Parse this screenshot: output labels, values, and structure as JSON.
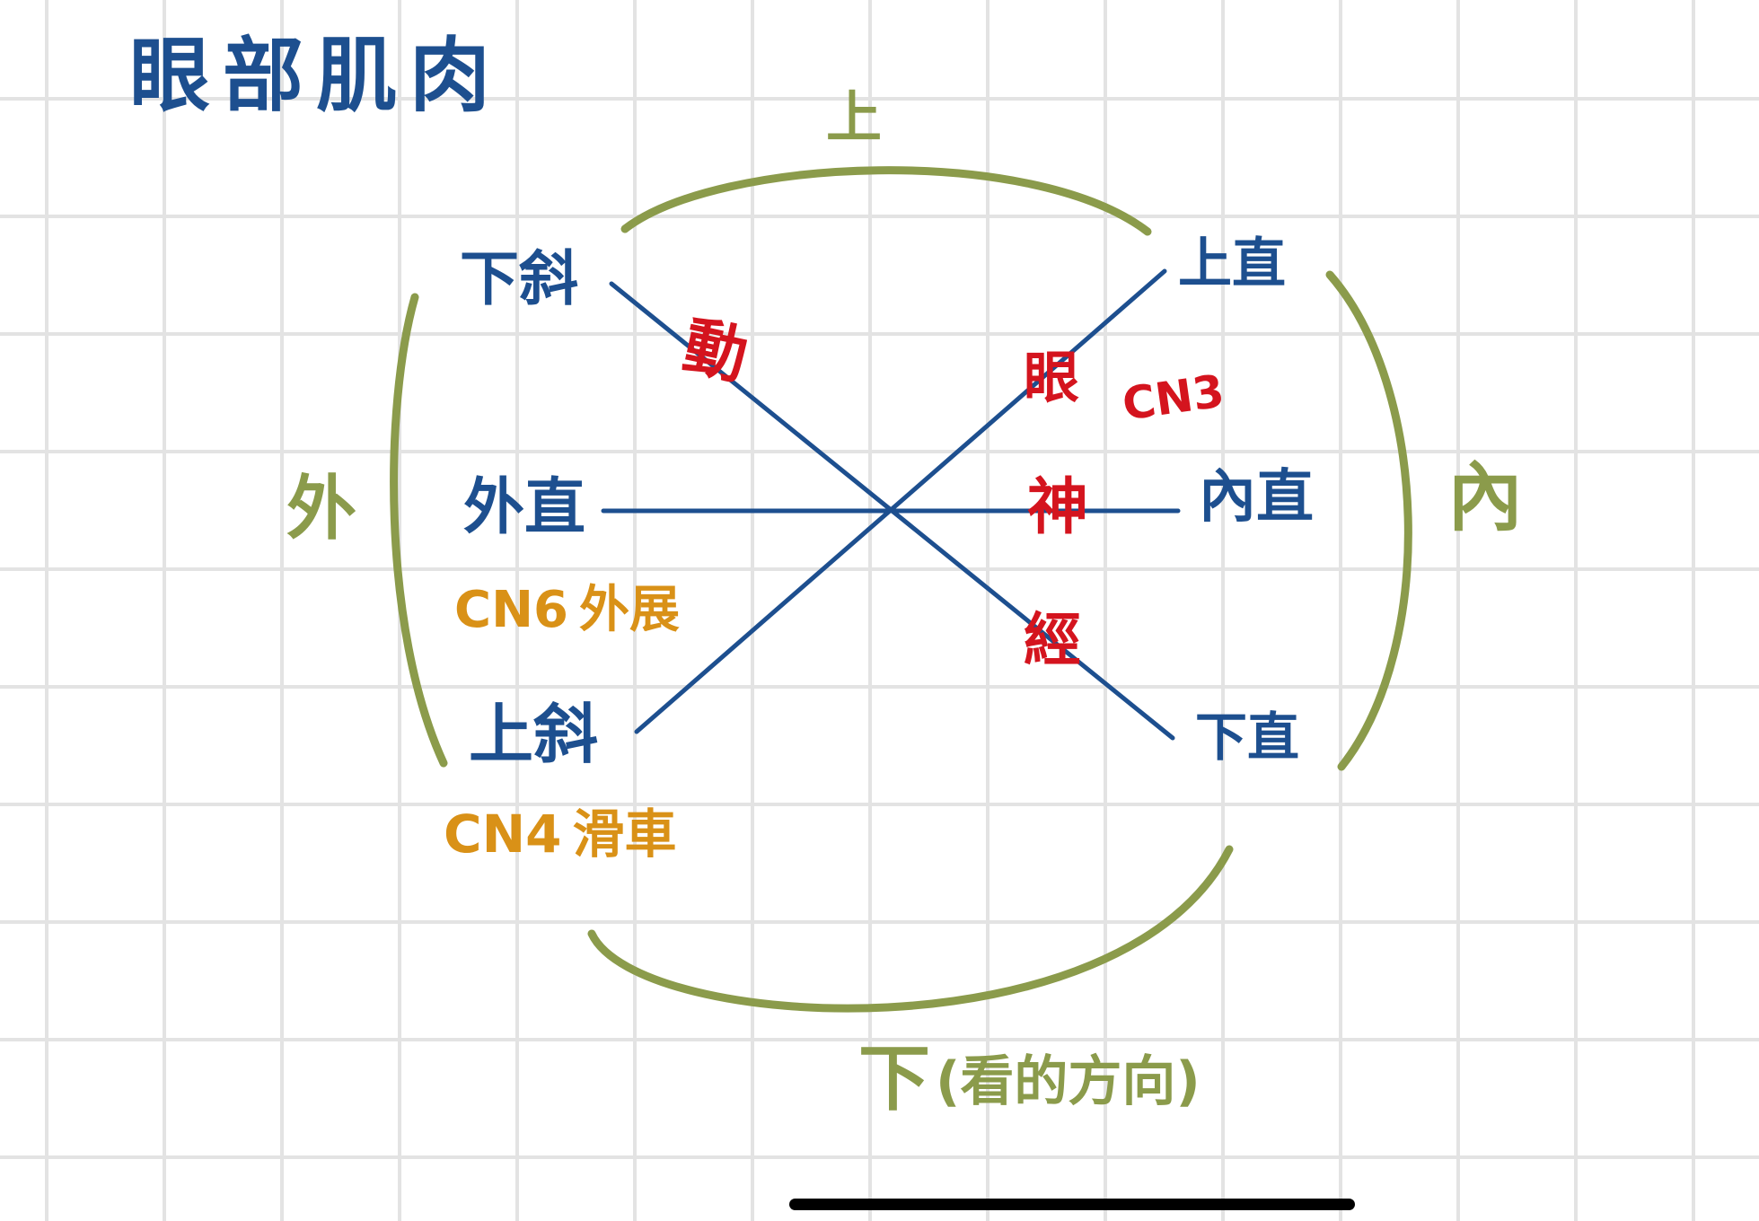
{
  "title": "眼部肌肉",
  "directions": {
    "top": "上",
    "bottom": "下",
    "bottom_note": "(看的方向)",
    "left": "外",
    "right": "內"
  },
  "muscles": {
    "inferior_oblique": "下斜",
    "superior_rectus": "上直",
    "lateral_rectus": "外直",
    "medial_rectus": "內直",
    "superior_oblique": "上斜",
    "inferior_rectus": "下直"
  },
  "nerves": {
    "oculomotor": {
      "chars": [
        "動",
        "眼",
        "神",
        "經"
      ],
      "code": "CN3"
    },
    "abducens": {
      "code": "CN6",
      "name": "外展"
    },
    "trochlear": {
      "code": "CN4",
      "name": "滑車"
    }
  },
  "colors": {
    "muscle_label": "#1d4f8f",
    "direction": "#8b9b4b",
    "oculomotor": "#d4141e",
    "other_nerves": "#d99117",
    "grid": "#e3e3e3",
    "lines": "#1d4f8f"
  }
}
